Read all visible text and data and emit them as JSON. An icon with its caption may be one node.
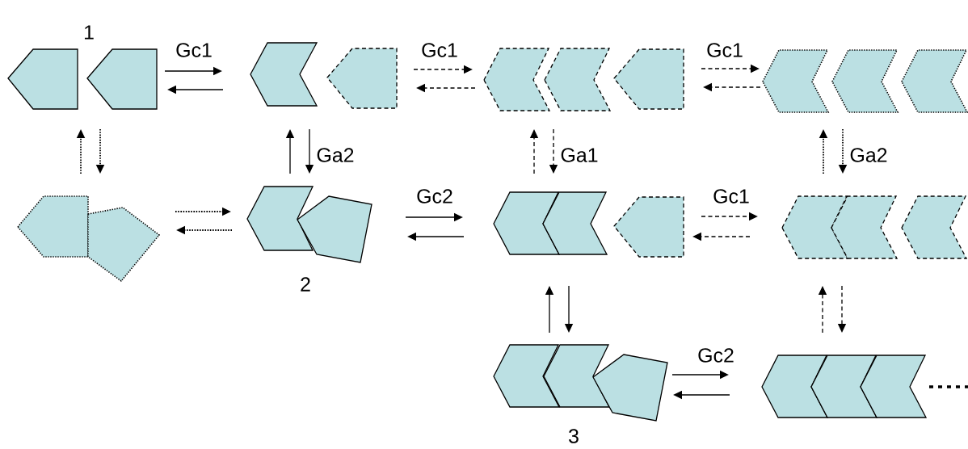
{
  "diagram": {
    "nodes": [
      {
        "text": [],
        "shape": "pentagon",
        "beside": [
          "1"
        ]
      },
      {
        "text": [],
        "shape": "chevron"
      },
      {
        "text": [],
        "shape": "chevron"
      },
      {
        "text": [],
        "shape": "chevron"
      },
      {
        "text": [],
        "shape": "pentagon"
      },
      {
        "text": [],
        "shape": "chevron",
        "beside": [
          "2"
        ]
      },
      {
        "text": [],
        "shape": "chevron"
      },
      {
        "text": [],
        "shape": "chevron"
      },
      {
        "text": [],
        "shape": "chevron",
        "beside": [
          "3"
        ]
      },
      {
        "text": [],
        "shape": "chevron"
      }
    ],
    "edges": [
      {
        "from": 0,
        "to": 1,
        "arrow": "to",
        "label": "Gc1"
      },
      {
        "from": 1,
        "to": 0,
        "arrow": "to"
      },
      {
        "from": 1,
        "to": 2,
        "arrow": "to",
        "label": "Gc1",
        "style": "dashed"
      },
      {
        "from": 2,
        "to": 1,
        "arrow": "to",
        "style": "dashed"
      },
      {
        "from": 2,
        "to": 3,
        "arrow": "to",
        "label": "Gc1",
        "style": "dashed"
      },
      {
        "from": 3,
        "to": 2,
        "arrow": "to",
        "style": "dashed"
      },
      {
        "from": 4,
        "to": 0,
        "arrow": "to",
        "style": "dashed"
      },
      {
        "from": 0,
        "to": 4,
        "arrow": "to",
        "style": "dashed"
      },
      {
        "from": 5,
        "to": 1,
        "arrow": "to"
      },
      {
        "from": 1,
        "to": 5,
        "arrow": "to",
        "label": "Ga2"
      },
      {
        "from": 6,
        "to": 2,
        "arrow": "to",
        "style": "dashed"
      },
      {
        "from": 2,
        "to": 6,
        "arrow": "to",
        "label": "Ga1",
        "style": "dashed"
      },
      {
        "from": 7,
        "to": 3,
        "arrow": "to",
        "style": "dashed"
      },
      {
        "from": 3,
        "to": 7,
        "arrow": "to",
        "label": "Ga2",
        "style": "dashed"
      },
      {
        "from": 4,
        "to": 5,
        "arrow": "to",
        "style": "dashed"
      },
      {
        "from": 5,
        "to": 4,
        "arrow": "to",
        "style": "dashed"
      },
      {
        "from": 5,
        "to": 6,
        "arrow": "to",
        "label": "Gc2"
      },
      {
        "from": 6,
        "to": 5,
        "arrow": "to"
      },
      {
        "from": 6,
        "to": 7,
        "arrow": "to",
        "label": "Gc1",
        "style": "dashed"
      },
      {
        "from": 7,
        "to": 6,
        "arrow": "to",
        "style": "dashed"
      },
      {
        "from": 8,
        "to": 6,
        "arrow": "to"
      },
      {
        "from": 6,
        "to": 8,
        "arrow": "to"
      },
      {
        "from": 9,
        "to": 7,
        "arrow": "to",
        "style": "dashed"
      },
      {
        "from": 7,
        "to": 9,
        "arrow": "to",
        "style": "dashed"
      },
      {
        "from": 8,
        "to": 9,
        "arrow": "to",
        "label": "Gc2"
      },
      {
        "from": 9,
        "to": 8,
        "arrow": "to"
      }
    ]
  }
}
